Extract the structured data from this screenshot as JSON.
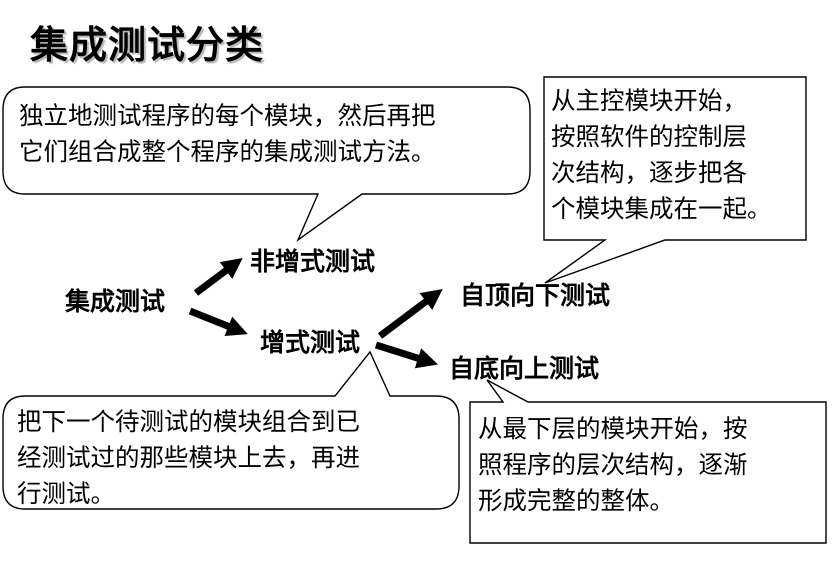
{
  "title": "集成测试分类",
  "definition_callout": {
    "line1": "独立地测试程序的每个模块，然后再把",
    "line2": "它们组合成整个程序的集成测试方法。"
  },
  "topdown_callout": {
    "line1": "从主控模块开始，",
    "line2": "按照软件的控制层",
    "line3": "次结构，逐步把各",
    "line4": "个模块集成在一起。"
  },
  "incremental_callout": {
    "line1": "把下一个待测试的模块组合到已",
    "line2": "经测试过的那些模块上去，再进",
    "line3": "行测试。"
  },
  "bottomup_callout": {
    "line1": "从最下层的模块开始，按",
    "line2": "照程序的层次结构，逐渐",
    "line3": "形成完整的整体。"
  },
  "nodes": {
    "root": "集成测试",
    "non_incremental": "非增式测试",
    "incremental": "增式测试",
    "top_down": "自顶向下测试",
    "bottom_up": "自底向上测试"
  },
  "colors": {
    "stroke": "#000000",
    "fill": "#ffffff",
    "title_shadow": "#b8b8b8"
  }
}
